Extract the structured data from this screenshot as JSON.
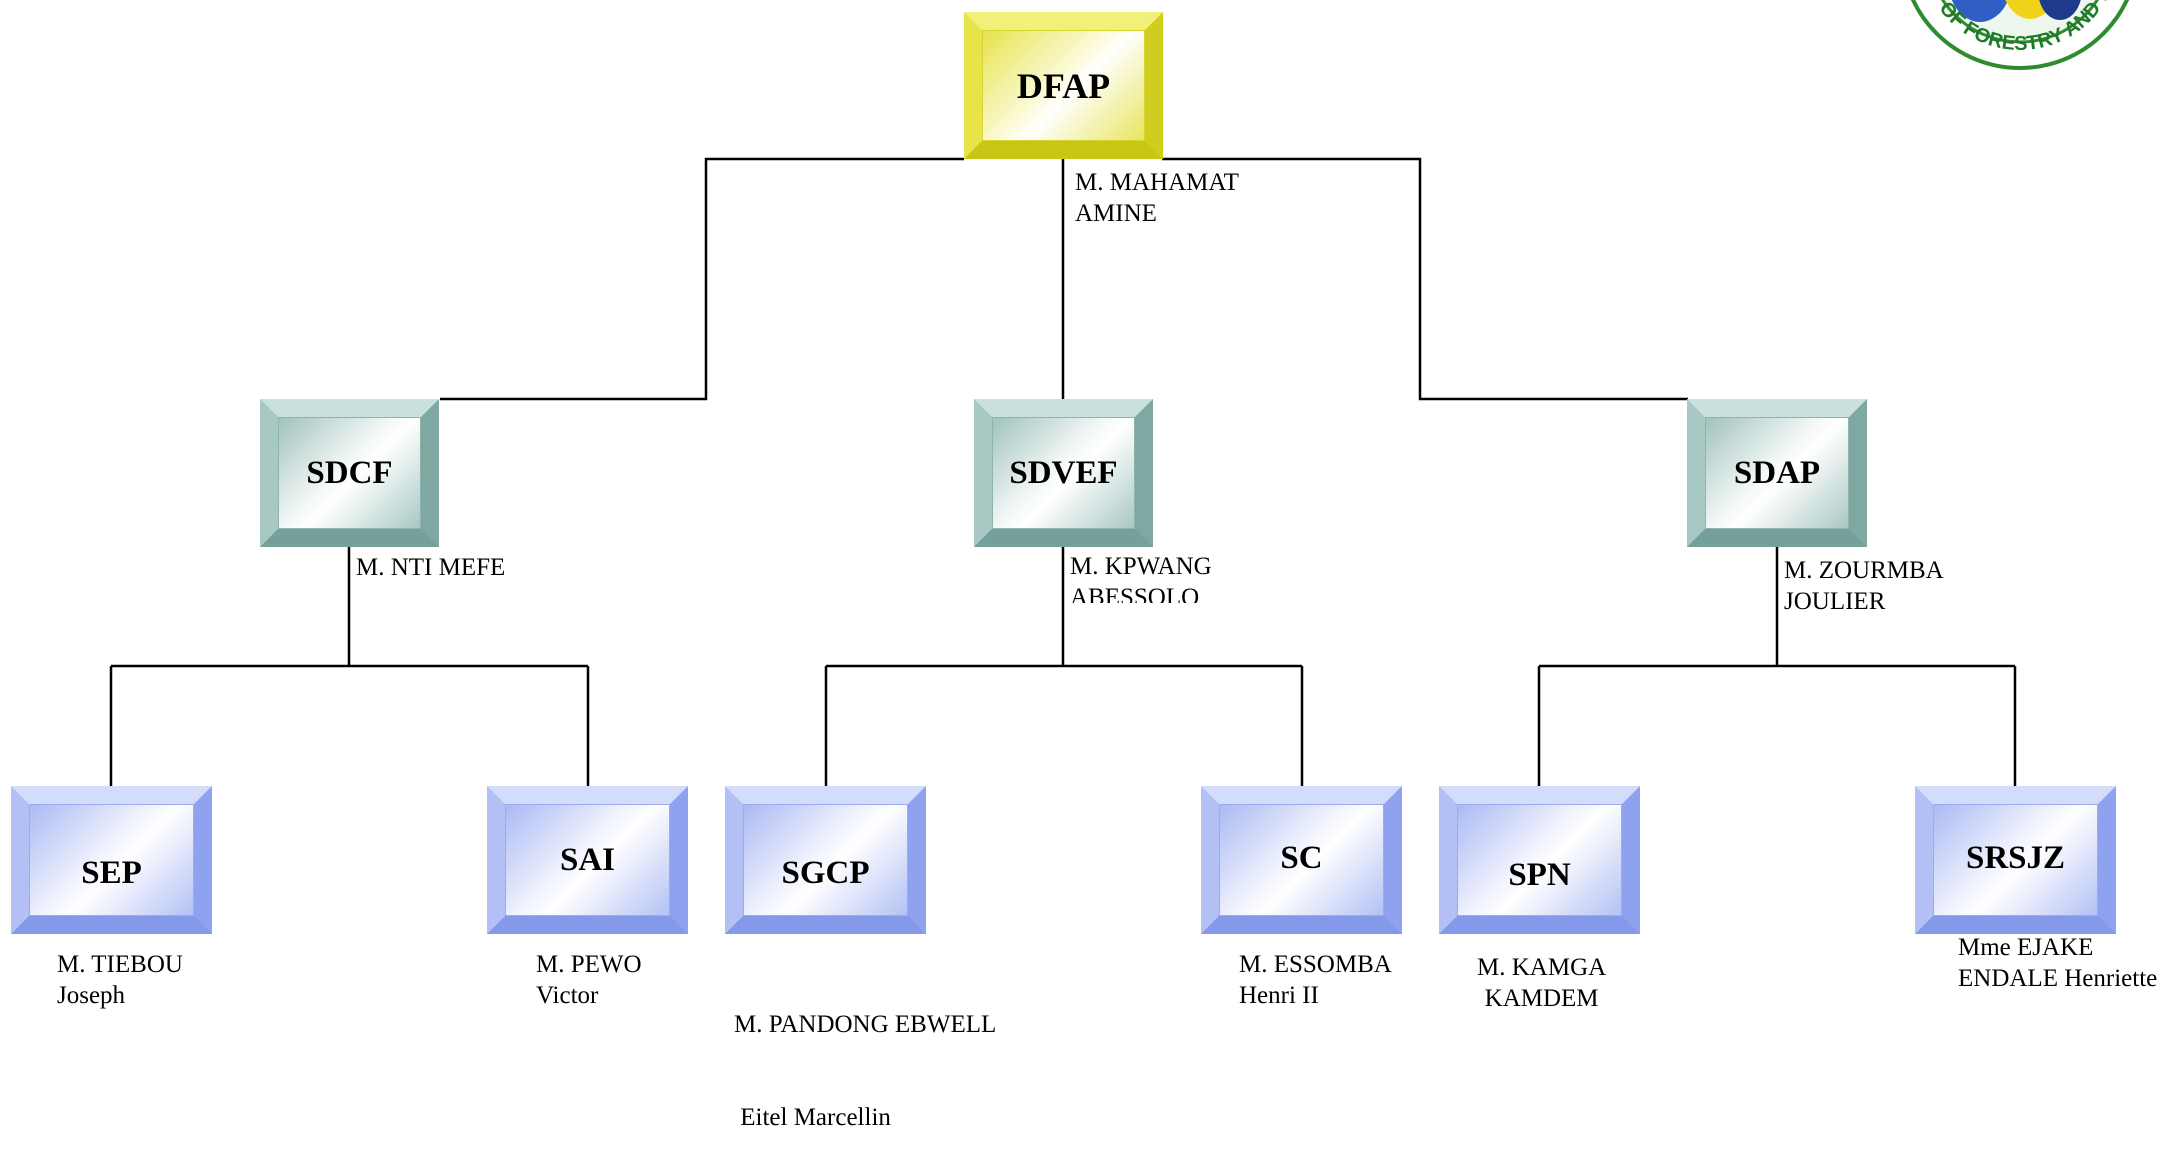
{
  "nodes": {
    "dfap": {
      "code": "DFAP",
      "lines": [
        "M. MAHAMAT",
        "AMINE"
      ]
    },
    "sdcf": {
      "code": "SDCF",
      "lines": [
        "M. NTI MEFE"
      ]
    },
    "sdvef": {
      "code": "SDVEF",
      "lines": [
        "M. KPWANG",
        "ABESSOLO"
      ]
    },
    "sdap": {
      "code": "SDAP",
      "lines": [
        "M. ZOURMBA",
        "JOULIER"
      ]
    },
    "sep": {
      "code": "SEP",
      "lines": [
        "M. TIEBOU",
        "Joseph"
      ]
    },
    "sai": {
      "code": "SAI",
      "lines": [
        "M. PEWO",
        "Victor"
      ]
    },
    "sgcp": {
      "code": "SGCP",
      "lines": [
        "M. PANDONG EBWELL",
        " Eitel Marcellin"
      ]
    },
    "sc": {
      "code": "SC",
      "lines": [
        "M. ESSOMBA",
        "Henri II"
      ]
    },
    "spn": {
      "code": "SPN",
      "lines": [
        "M. KAMGA",
        "KAMDEM"
      ]
    },
    "srsjz": {
      "code": "SRSJZ",
      "lines": [
        "Mme EJAKE",
        "ENDALE Henriette"
      ]
    }
  },
  "logo": {
    "text": "MINISTRY OF FORESTRY AND WILDLIFE",
    "ring_color": "#2e8b2e",
    "fill_colors": [
      "#2f5fc4",
      "#f2d31b",
      "#1e3a8a"
    ]
  }
}
